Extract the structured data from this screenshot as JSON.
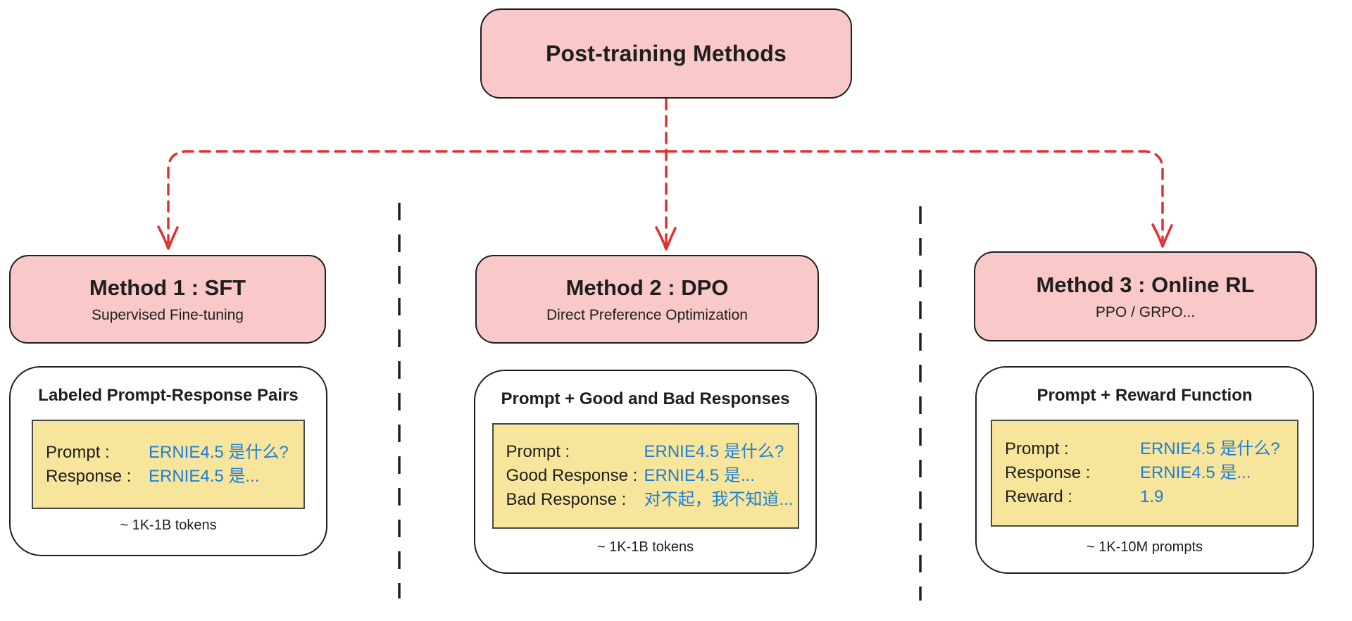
{
  "colors": {
    "node_fill": "#f9c8c8",
    "example_fill": "#f8e59c",
    "stroke": "#1e1e1e",
    "arrow_red": "#e03131",
    "value_blue": "#1c7ed6"
  },
  "root": {
    "title": "Post-training Methods"
  },
  "methods": [
    {
      "title": "Method 1 : SFT",
      "subtitle": "Supervised Fine-tuning",
      "data_title": "Labeled Prompt-Response Pairs",
      "rows": [
        {
          "label": "Prompt :",
          "value": "ERNIE4.5 是什么?"
        },
        {
          "label": "Response :",
          "value": "ERNIE4.5 是..."
        }
      ],
      "caption": "~ 1K-1B tokens"
    },
    {
      "title": "Method 2 : DPO",
      "subtitle": "Direct Preference Optimization",
      "data_title": "Prompt + Good and Bad Responses",
      "rows": [
        {
          "label": "Prompt :",
          "value": "ERNIE4.5 是什么?"
        },
        {
          "label": "Good Response :",
          "value": "ERNIE4.5 是..."
        },
        {
          "label": "Bad Response :",
          "value": "对不起，我不知道..."
        }
      ],
      "caption": "~ 1K-1B tokens"
    },
    {
      "title": "Method 3 : Online RL",
      "subtitle": "PPO / GRPO...",
      "data_title": "Prompt + Reward Function",
      "rows": [
        {
          "label": "Prompt :",
          "value": "ERNIE4.5 是什么?"
        },
        {
          "label": "Response :",
          "value": "ERNIE4.5 是..."
        },
        {
          "label": "Reward :",
          "value": "1.9"
        }
      ],
      "caption": "~ 1K-10M prompts"
    }
  ]
}
